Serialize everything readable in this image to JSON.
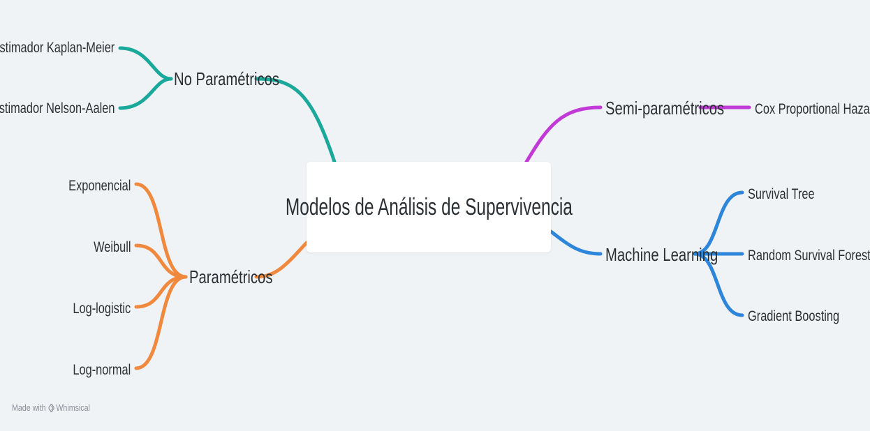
{
  "central": {
    "label": "Modelos de Análisis de Supervivencia"
  },
  "branches": {
    "no_parametricos": {
      "label": "No Paramétricos",
      "color": "#1aa89a",
      "children": [
        "Estimador Kaplan-Meier",
        "Estimador Nelson-Aalen"
      ]
    },
    "parametricos": {
      "label": "Paramétricos",
      "color": "#f0883e",
      "children": [
        "Exponencial",
        "Weibull",
        "Log-logistic",
        "Log-normal"
      ]
    },
    "semi_parametricos": {
      "label": "Semi-paramétricos",
      "color": "#c23ad6",
      "children": [
        "Cox Proportional Hazard"
      ]
    },
    "machine_learning": {
      "label": "Machine Learning",
      "color": "#2d86d9",
      "children": [
        "Survival Tree",
        "Random Survival Forest",
        "Gradient Boosting"
      ]
    }
  },
  "footer": {
    "prefix": "Made with",
    "brand": "Whimsical",
    "icon": "whimsical-logo-icon"
  }
}
